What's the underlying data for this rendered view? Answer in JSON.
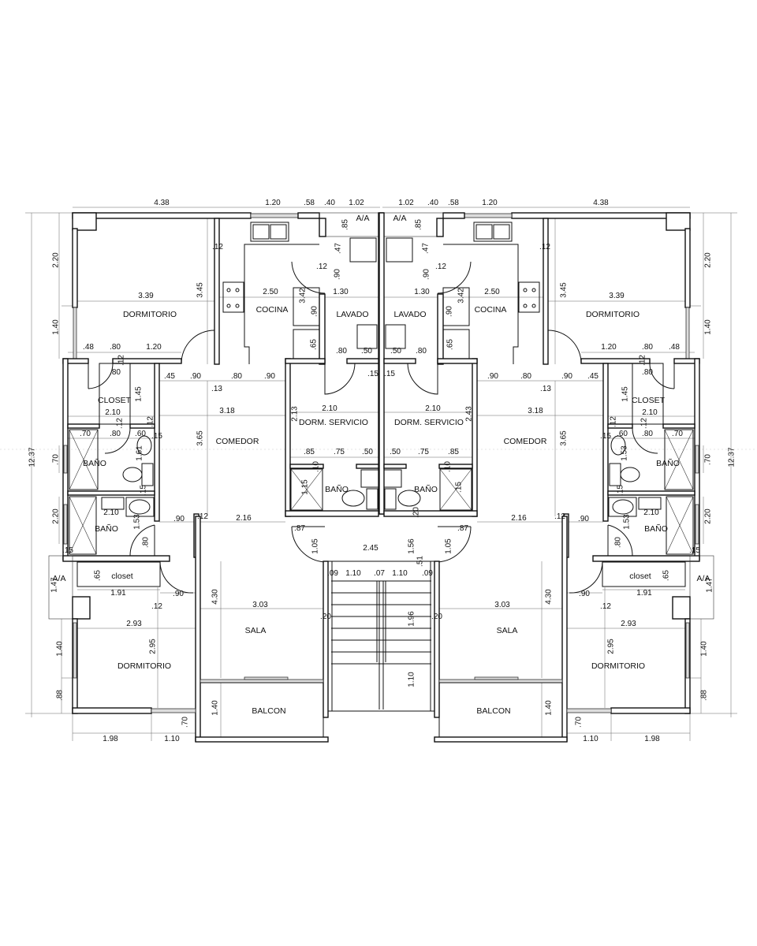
{
  "drawing": {
    "title": "Floor plan - two mirrored apartments",
    "line_color": "#111111",
    "background": "#ffffff"
  },
  "units": [
    {
      "name": "left",
      "rooms": [
        "DORMITORIO",
        "COCINA",
        "LAVADO",
        "CLOSET",
        "COMEDOR",
        "DORM. SERVICIO",
        "BAÑO",
        "BAÑO",
        "BAÑO",
        "A/A",
        "A/A",
        "closet",
        "DORMITORIO",
        "SALA",
        "BALCON"
      ],
      "dimensions": [
        "4.38",
        "1.20",
        ".58",
        ".40",
        "1.02",
        ".85",
        "2.20",
        "1.40",
        "12.37",
        ".70",
        "2.20",
        "1.47",
        "1.40",
        ".88",
        "3.39",
        "3.45",
        ".12",
        "2.50",
        ".47",
        ".12",
        ".90",
        "3.42",
        "1.30",
        ".90",
        ".65",
        ".80",
        ".50",
        ".48",
        ".80",
        "1.20",
        ".12",
        ".80",
        ".45",
        ".90",
        ".80",
        ".90",
        ".13",
        ".15",
        "1.45",
        "2.10",
        "3.18",
        ".12",
        ".12",
        ".70",
        ".80",
        ".60",
        ".15",
        "3.65",
        "2.10",
        "2.13",
        "1.61",
        ".85",
        ".75",
        ".50",
        ".10",
        "1.15",
        ".15",
        "2.10",
        "1.53",
        ".90",
        ".12",
        "2.16",
        ".87",
        "1.05",
        ".80",
        ".15",
        ".65",
        "1.91",
        ".90",
        ".12",
        "4.30",
        "3.03",
        ".20",
        "2.93",
        "2.95",
        "1.40",
        "1.98",
        "1.10",
        ".70"
      ]
    },
    {
      "name": "right",
      "rooms": [
        "DORMITORIO",
        "COCINA",
        "LAVADO",
        "CLOSET",
        "COMEDOR",
        "DORM. SERVICIO",
        "BAÑO",
        "BAÑO",
        "BAÑO",
        "A/A",
        "A/A",
        "closet",
        "DORMITORIO",
        "SALA",
        "BALCON"
      ],
      "dimensions": [
        "4.38",
        "1.20",
        ".58",
        ".40",
        "1.02",
        ".85",
        "2.20",
        "1.40",
        "12.37",
        ".70",
        "2.20",
        "1.47",
        "1.40",
        ".88",
        "3.39",
        "3.45",
        ".12",
        "2.50",
        ".47",
        ".12",
        ".90",
        "3.42",
        "1.30",
        ".90",
        ".65",
        ".80",
        ".50",
        ".48",
        ".80",
        "1.20",
        ".12",
        ".80",
        ".45",
        ".90",
        ".80",
        ".90",
        ".13",
        ".15",
        "1.45",
        "2.10",
        "3.18",
        ".12",
        ".12",
        ".70",
        ".80",
        ".60",
        ".15",
        "3.65",
        "2.10",
        "2.43",
        "1.53",
        ".85",
        ".75",
        ".50",
        ".10",
        ".15",
        ".15",
        "2.10",
        "1.53",
        ".90",
        ".12",
        "2.16",
        ".87",
        "1.05",
        ".80",
        ".15",
        ".65",
        "1.91",
        ".90",
        ".12",
        "4.30",
        "3.03",
        ".20",
        "2.93",
        "2.95",
        "1.40",
        "1.98",
        "1.10",
        ".70"
      ]
    }
  ],
  "stair": {
    "dimensions": [
      "2.45",
      "1.56",
      ".20",
      ".09",
      "1.10",
      ".07",
      "1.10",
      ".51",
      ".09",
      "1.96",
      "1.10"
    ]
  }
}
